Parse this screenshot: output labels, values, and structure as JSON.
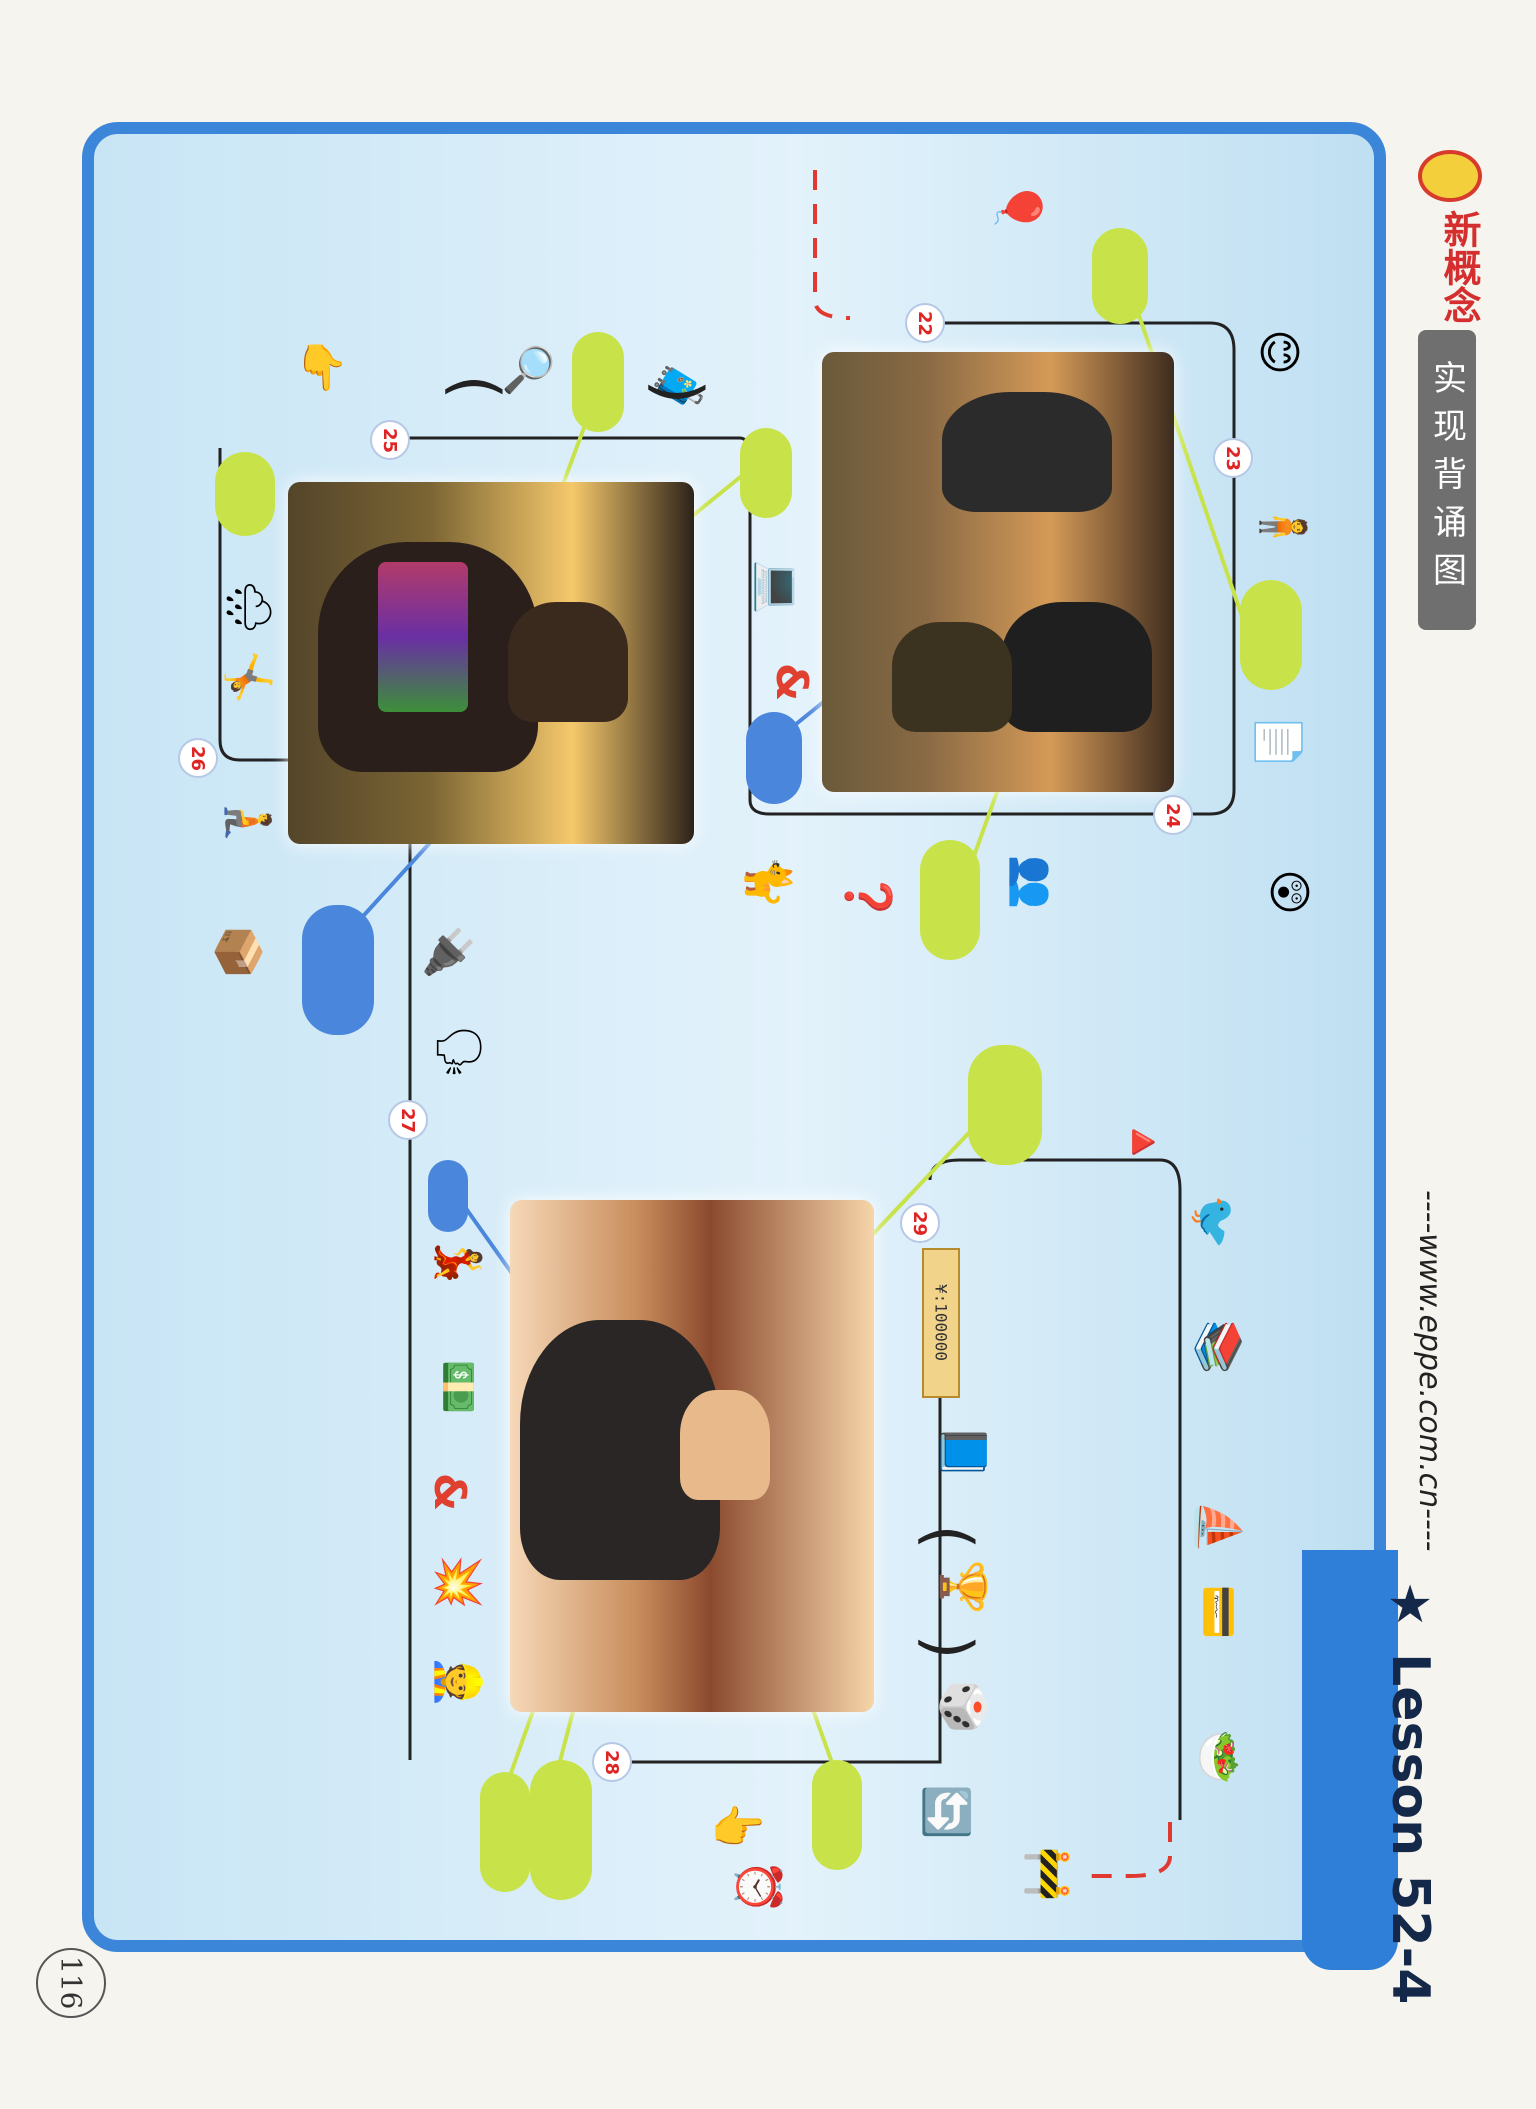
{
  "header": {
    "brand_name": "新概念",
    "section_label": "实现背诵图",
    "website": "----www.eppe.com.cn----",
    "lesson_title": "★ Lesson 52-4"
  },
  "nodes": [
    "22",
    "23",
    "24",
    "25",
    "26",
    "27",
    "28",
    "29"
  ],
  "brackets": {
    "open": "(",
    "close": ")"
  },
  "money": "¥:100000",
  "page_number": "116"
}
